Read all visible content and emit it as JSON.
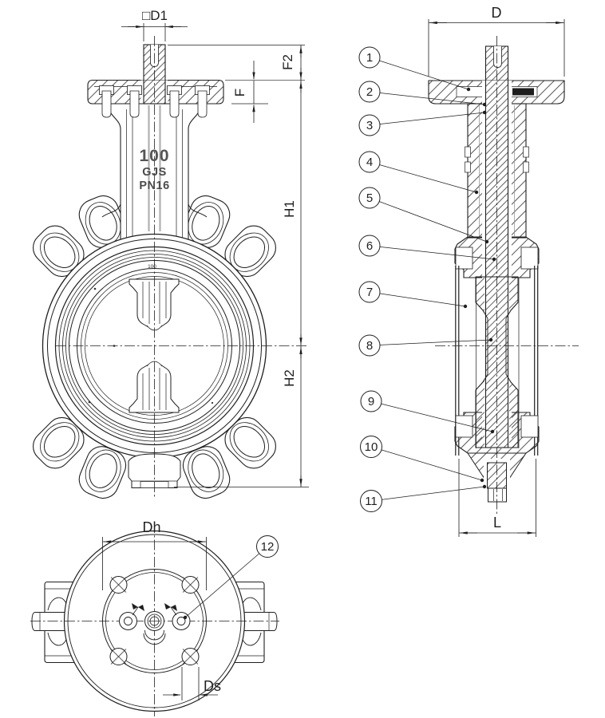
{
  "drawing": {
    "front_view": {
      "neck_marking": {
        "line1": "100",
        "line2": "GJS",
        "line3": "PN16"
      },
      "seat_marking": "100",
      "dims": {
        "d1": "□D1",
        "f2": "F2",
        "f": "F",
        "h1": "H1",
        "h2": "H2"
      }
    },
    "side_view": {
      "dims": {
        "d": "D",
        "l": "L"
      }
    },
    "bottom_view": {
      "dims": {
        "dh": "Dh",
        "ds": "Ds"
      }
    },
    "callouts": [
      {
        "n": "1"
      },
      {
        "n": "2"
      },
      {
        "n": "3"
      },
      {
        "n": "4"
      },
      {
        "n": "5"
      },
      {
        "n": "6"
      },
      {
        "n": "7"
      },
      {
        "n": "8"
      },
      {
        "n": "9"
      },
      {
        "n": "10"
      },
      {
        "n": "11"
      },
      {
        "n": "12"
      }
    ],
    "line_color": "#1f1f1f"
  }
}
